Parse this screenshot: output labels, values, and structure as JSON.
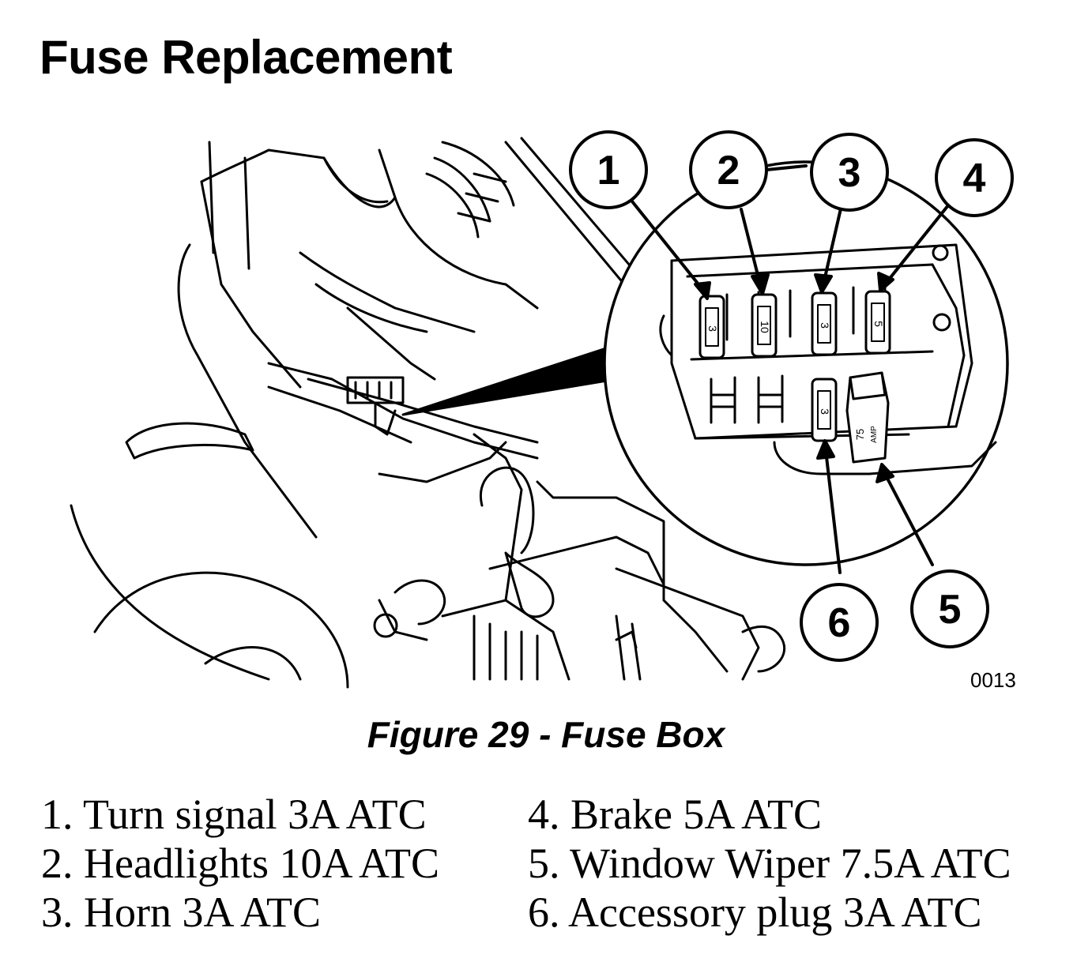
{
  "title": "Fuse Replacement",
  "figure": {
    "code": "0013",
    "caption": "Figure 29 - Fuse Box",
    "callouts": [
      "1",
      "2",
      "3",
      "4",
      "5",
      "6"
    ],
    "fuse_marks": [
      "3",
      "10",
      "3",
      "5",
      "3"
    ],
    "relay_label": [
      "75",
      "AMP"
    ]
  },
  "legend": {
    "column1": [
      "1. Turn signal 3A ATC",
      "2. Headlights 10A ATC",
      "3. Horn 3A ATC"
    ],
    "column2": [
      "4. Brake 5A ATC",
      "5. Window Wiper 7.5A ATC",
      "6. Accessory plug 3A ATC"
    ]
  }
}
